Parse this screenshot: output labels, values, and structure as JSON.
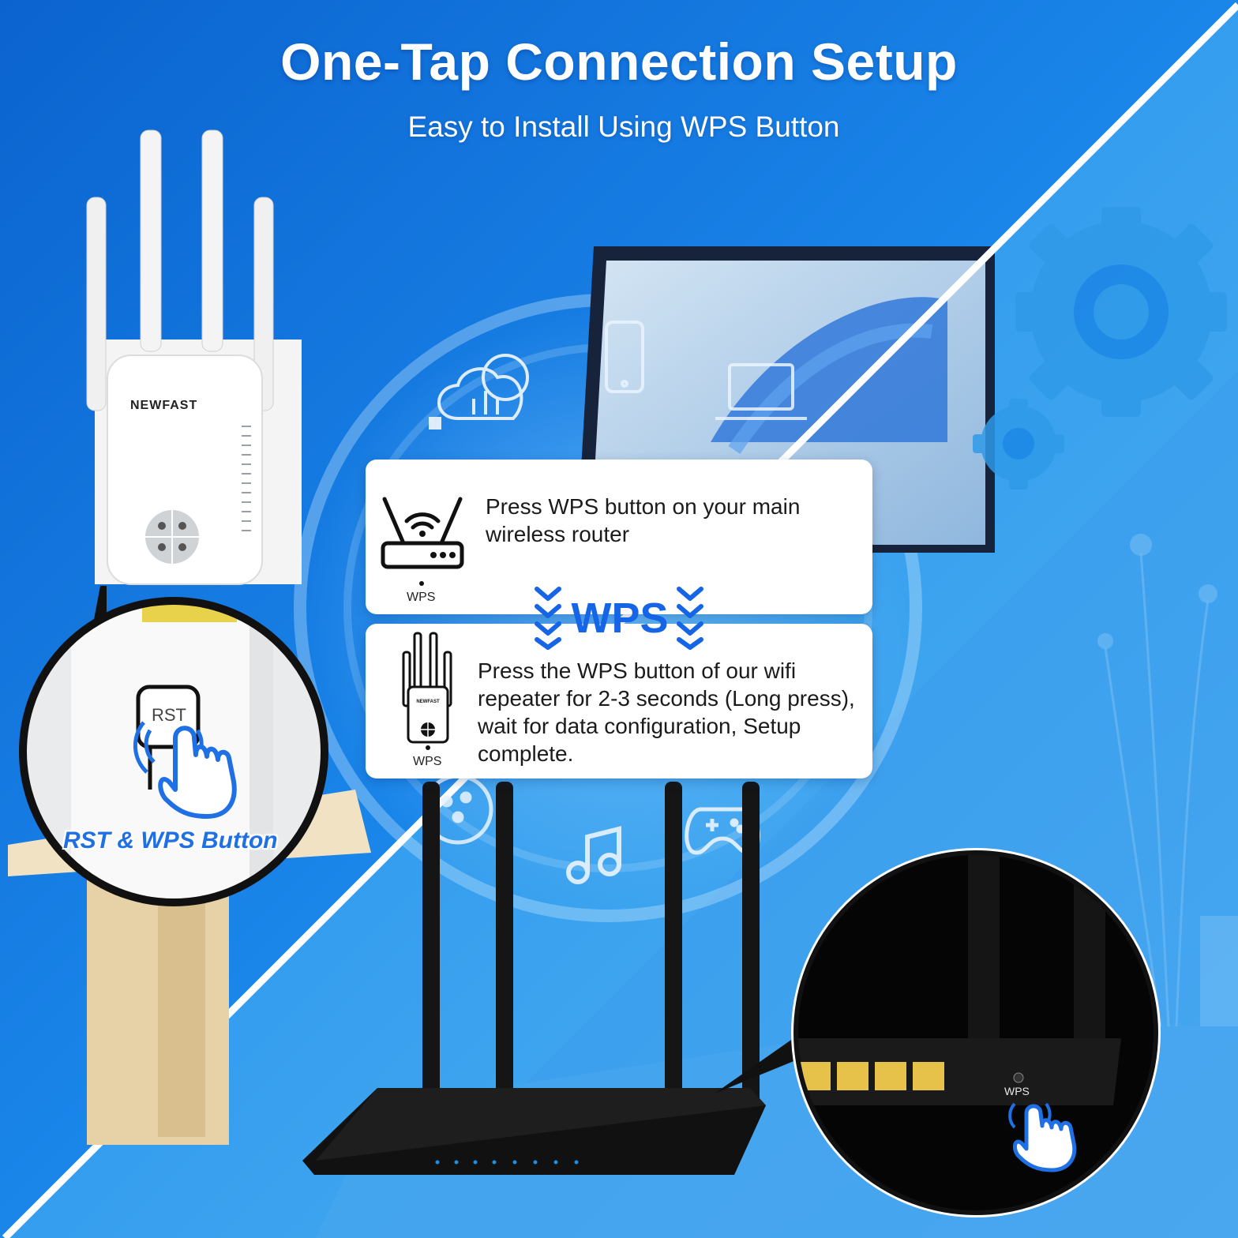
{
  "header": {
    "title": "One-Tap Connection Setup",
    "subtitle": "Easy to Install Using WPS Button"
  },
  "steps": [
    {
      "text": "Press WPS button on your main wireless router",
      "icon": "router-icon",
      "caption": "WPS"
    },
    {
      "text": "Press the WPS button of our wifi repeater for 2-3 seconds (Long press), wait for data configuration, Setup complete.",
      "icon": "repeater-icon",
      "caption": "WPS",
      "device_brand": "NEWFAST"
    }
  ],
  "center_label": "WPS",
  "repeater": {
    "brand": "NEWFAST",
    "button_label": "RST",
    "caption": "RST & WPS Button"
  },
  "router_closeup": {
    "button_label": "WPS"
  },
  "icons": [
    "cloud-data-icon",
    "smartphone-icon",
    "laptop-icon",
    "gear-icon",
    "music-note-icon",
    "gamepad-icon",
    "chat-icon",
    "tap-hand-icon"
  ],
  "colors": {
    "accent": "#1565e6",
    "background_left": "#0a6fd8",
    "background_right": "#2b94e8",
    "caption_blue": "#1f6fe5"
  }
}
